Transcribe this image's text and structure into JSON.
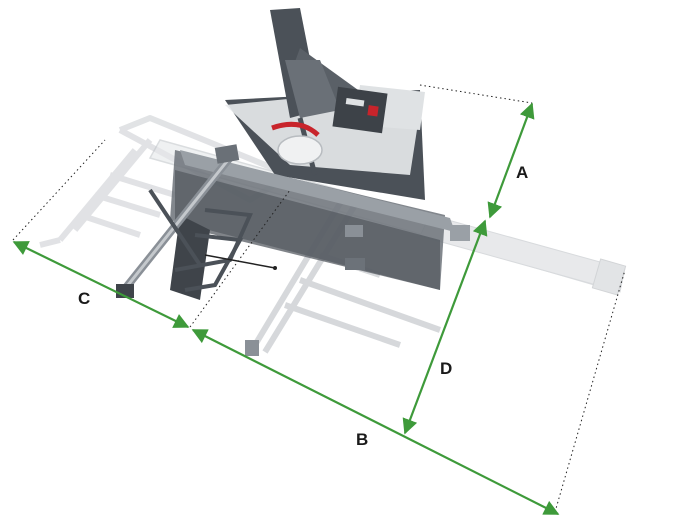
{
  "labels": {
    "a": "A",
    "b": "B",
    "c": "C",
    "d": "D"
  },
  "colors": {
    "dimension_line": "#3e9a3a",
    "dotted_guide": "#222222",
    "machine_dark": "#4b5158",
    "machine_mid": "#8a9097",
    "machine_light": "#e6e8ea",
    "accent_red": "#c8242b"
  }
}
